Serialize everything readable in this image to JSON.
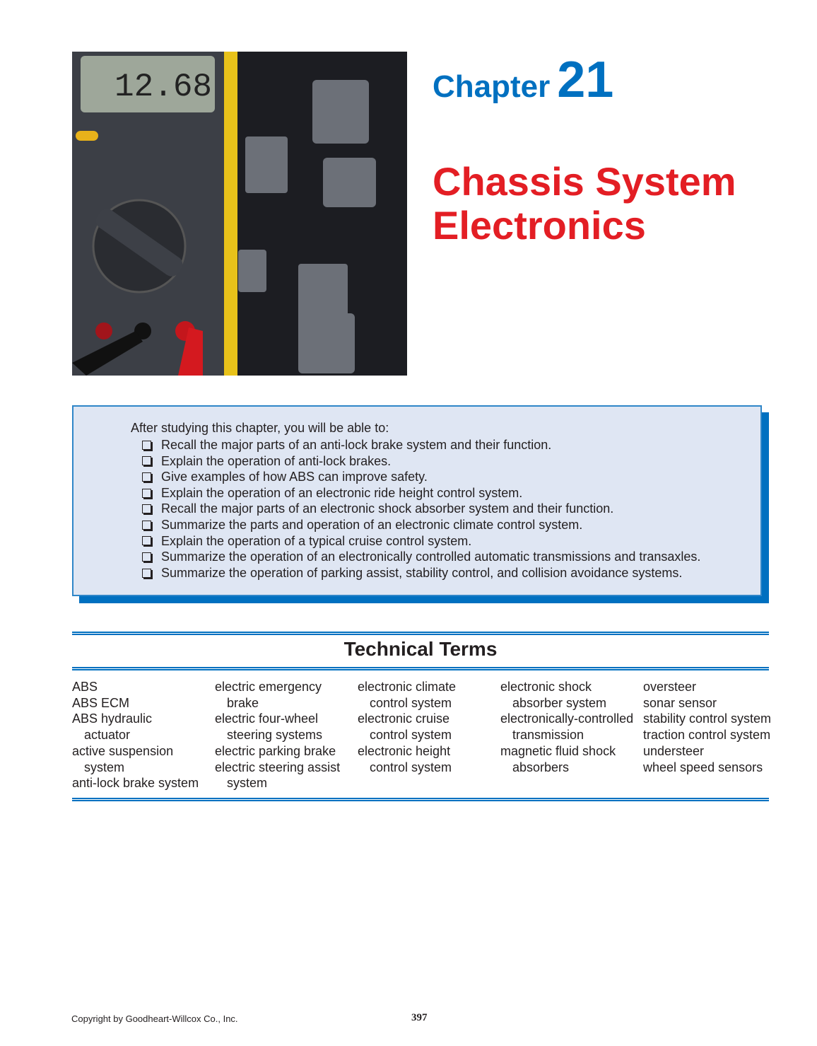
{
  "chapter": {
    "word": "Chapter",
    "number": "21",
    "title_lines": [
      "Chassis System",
      "Electronics"
    ]
  },
  "objectives": {
    "intro": "After studying this chapter, you will be able to:",
    "items": [
      "Recall the major parts of an anti-lock brake system and their function.",
      "Explain the operation of anti-lock brakes.",
      "Give examples of how ABS can improve safety.",
      "Explain the operation of an electronic ride height control system.",
      "Recall the major parts of an electronic shock absorber system and their function.",
      "Summarize the parts and operation of an electronic climate control system.",
      "Explain the operation of a typical cruise control system.",
      "Summarize the operation of an electronically controlled automatic transmissions and transaxles.",
      "Summarize the operation of parking assist, stability control, and collision avoidance systems."
    ]
  },
  "technical_terms": {
    "title": "Technical Terms",
    "columns": [
      [
        [
          "ABS"
        ],
        [
          "ABS ECM"
        ],
        [
          "ABS hydraulic",
          "actuator"
        ],
        [
          "active suspension",
          "system"
        ],
        [
          "anti-lock brake system"
        ]
      ],
      [
        [
          "electric emergency",
          "brake"
        ],
        [
          "electric four-wheel",
          "steering systems"
        ],
        [
          "electric parking brake"
        ],
        [
          "electric steering assist",
          "system"
        ]
      ],
      [
        [
          "electronic climate",
          "control system"
        ],
        [
          "electronic cruise",
          "control system"
        ],
        [
          "electronic height",
          "control system"
        ]
      ],
      [
        [
          "electronic shock",
          "absorber system"
        ],
        [
          "electronically-controlled",
          "transmission"
        ],
        [
          "magnetic fluid shock",
          "absorbers"
        ]
      ],
      [
        [
          "oversteer"
        ],
        [
          "sonar sensor"
        ],
        [
          "stability control system"
        ],
        [
          "traction control system"
        ],
        [
          "understeer"
        ],
        [
          "wheel speed sensors"
        ]
      ]
    ]
  },
  "footer": {
    "copyright": "Copyright by Goodheart-Willcox Co., Inc.",
    "page_number": "397"
  },
  "photo": {
    "display_reading": "12.68"
  },
  "colors": {
    "blue": "#0070c0",
    "red": "#e31e24",
    "box_bg": "#dfe6f3"
  }
}
